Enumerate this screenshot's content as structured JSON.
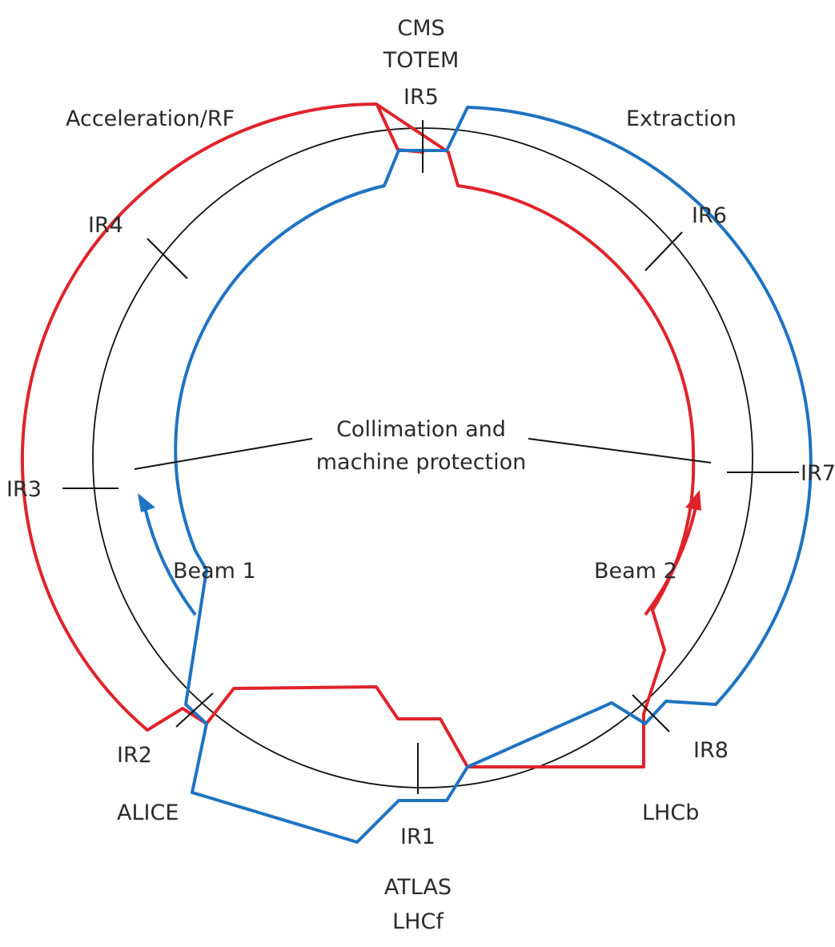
{
  "colors": {
    "beam1": "#1f73c2",
    "beam2": "#e0232b",
    "ring": "#111111"
  },
  "labels": {
    "cms": "CMS",
    "totem": "TOTEM",
    "ir5": "IR5",
    "acceleration": "Acceleration/RF",
    "extraction": "Extraction",
    "ir4": "IR4",
    "ir6": "IR6",
    "collimation_line1": "Collimation and",
    "collimation_line2": "machine protection",
    "ir3": "IR3",
    "ir7": "IR7",
    "beam1": "Beam 1",
    "beam2": "Beam 2",
    "ir2": "IR2",
    "ir8": "IR8",
    "alice": "ALICE",
    "lhcb": "LHCb",
    "ir1": "IR1",
    "atlas": "ATLAS",
    "lhcf": "LHCf"
  }
}
